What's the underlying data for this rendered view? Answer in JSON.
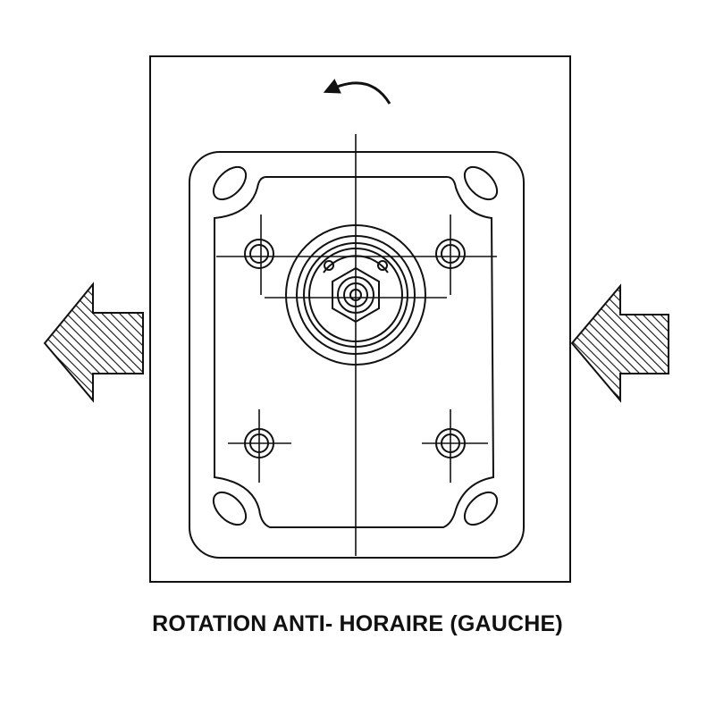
{
  "caption": "ROTATION ANTI- HORAIRE (GAUCHE)",
  "rotation_direction": "counterclockwise",
  "flow_direction": "right-to-left",
  "colors": {
    "line": "#111111",
    "background": "#ffffff"
  },
  "icons": {
    "rotation": "counterclockwise-arrow-icon",
    "outlet": "hatched-arrow-left-icon",
    "inlet": "hatched-arrow-left-icon"
  }
}
